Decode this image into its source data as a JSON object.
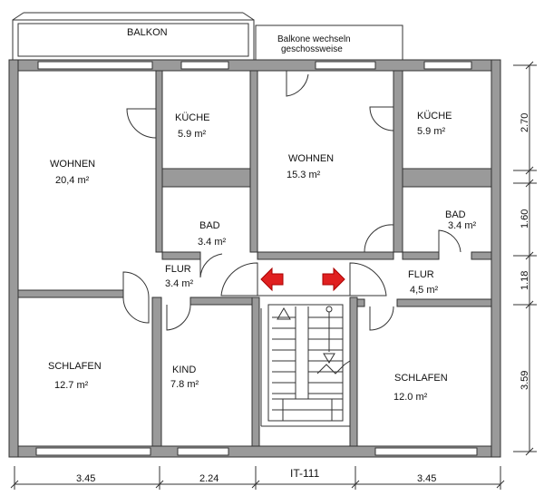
{
  "balcony": {
    "label": "BALKON",
    "note_line1": "Balkone wechseln",
    "note_line2": "geschossweise"
  },
  "rooms": {
    "wohnen_left": {
      "name": "WOHNEN",
      "area": "20,4 m²"
    },
    "kueche_left": {
      "name": "KÜCHE",
      "area": "5.9 m²"
    },
    "wohnen_mid": {
      "name": "WOHNEN",
      "area": "15.3 m²"
    },
    "kueche_right": {
      "name": "KÜCHE",
      "area": "5.9 m²"
    },
    "bad_left": {
      "name": "BAD",
      "area": "3.4 m²"
    },
    "bad_right": {
      "name": "BAD",
      "area": "3.4 m²"
    },
    "flur_left": {
      "name": "FLUR",
      "area": "3.4 m²"
    },
    "flur_right": {
      "name": "FLUR",
      "area": "4,5 m²"
    },
    "schlafen_left": {
      "name": "SCHLAFEN",
      "area": "12.7 m²"
    },
    "kind": {
      "name": "KIND",
      "area": "7.8 m²"
    },
    "schlafen_right": {
      "name": "SCHLAFEN",
      "area": "12.0 m²"
    }
  },
  "dimensions": {
    "bottom": [
      "3.45",
      "2.24",
      "3.45"
    ],
    "right": [
      "2.70",
      "1.60",
      "1.18",
      "3.59"
    ]
  },
  "plan_code": "IT-111",
  "colors": {
    "wall": "#9a9a9a",
    "arrow": "#e02020"
  }
}
